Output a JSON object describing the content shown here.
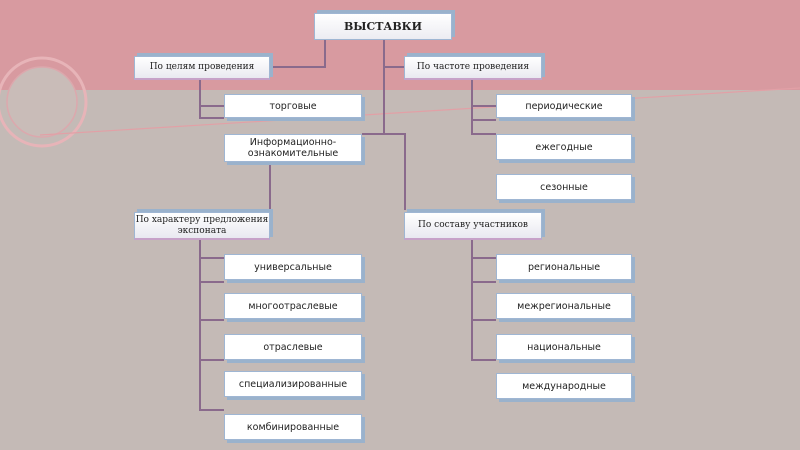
{
  "diagram": {
    "title": "ВЫСТАВКИ",
    "categories": {
      "goals": "По целям проведения",
      "frequency": "По частоте проведения",
      "offer": "По характеру предложения экспоната",
      "participants": "По составу участников"
    },
    "goals_items": [
      "торговые",
      "Информационно-ознакомительные"
    ],
    "frequency_items": [
      "периодические",
      "ежегодные",
      "сезонные"
    ],
    "offer_items": [
      "универсальные",
      "многоотраслевые",
      "отраслевые",
      "специализированные",
      "комбинированные"
    ],
    "participants_items": [
      "региональные",
      "межрегиональные",
      "национальные",
      "международные"
    ]
  },
  "colors": {
    "band": "#d89aa0",
    "background": "#c4bab6",
    "connector": "#8a6a8c",
    "box_shadow": "#9ab2cc"
  }
}
